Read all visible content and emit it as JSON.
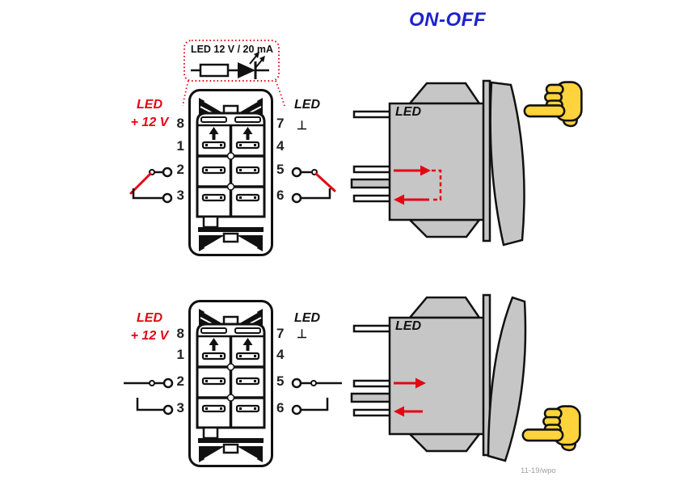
{
  "title": "ON-OFF",
  "led_circuit": {
    "label": "LED 12 V / 20 mA"
  },
  "watermark": "11-19/wpo",
  "colors": {
    "title_blue": "#1e22cc",
    "accent_red": "#e30613",
    "switch_body_gray": "#c6c6c6",
    "hand_yellow": "#ffd33b",
    "outline_black": "#111111"
  },
  "icons": {
    "hand": "pointing-hand-icon",
    "led_diode": "led-diode-symbol",
    "resistor": "resistor-symbol",
    "ground": "ground-symbol"
  },
  "top_diagram": {
    "led_positive_line1": "LED",
    "led_positive_line2": "+ 12 V",
    "led_ground_label": "LED",
    "led_ground_symbol": "⊥",
    "pins_left": [
      "8",
      "1",
      "2",
      "3"
    ],
    "pins_right": [
      "7",
      "4",
      "5",
      "6"
    ],
    "side_label": "LED"
  },
  "bottom_diagram": {
    "led_positive_line1": "LED",
    "led_positive_line2": "+ 12 V",
    "led_ground_label": "LED",
    "led_ground_symbol": "⊥",
    "pins_left": [
      "8",
      "1",
      "2",
      "3"
    ],
    "pins_right": [
      "7",
      "4",
      "5",
      "6"
    ],
    "side_label": "LED"
  }
}
